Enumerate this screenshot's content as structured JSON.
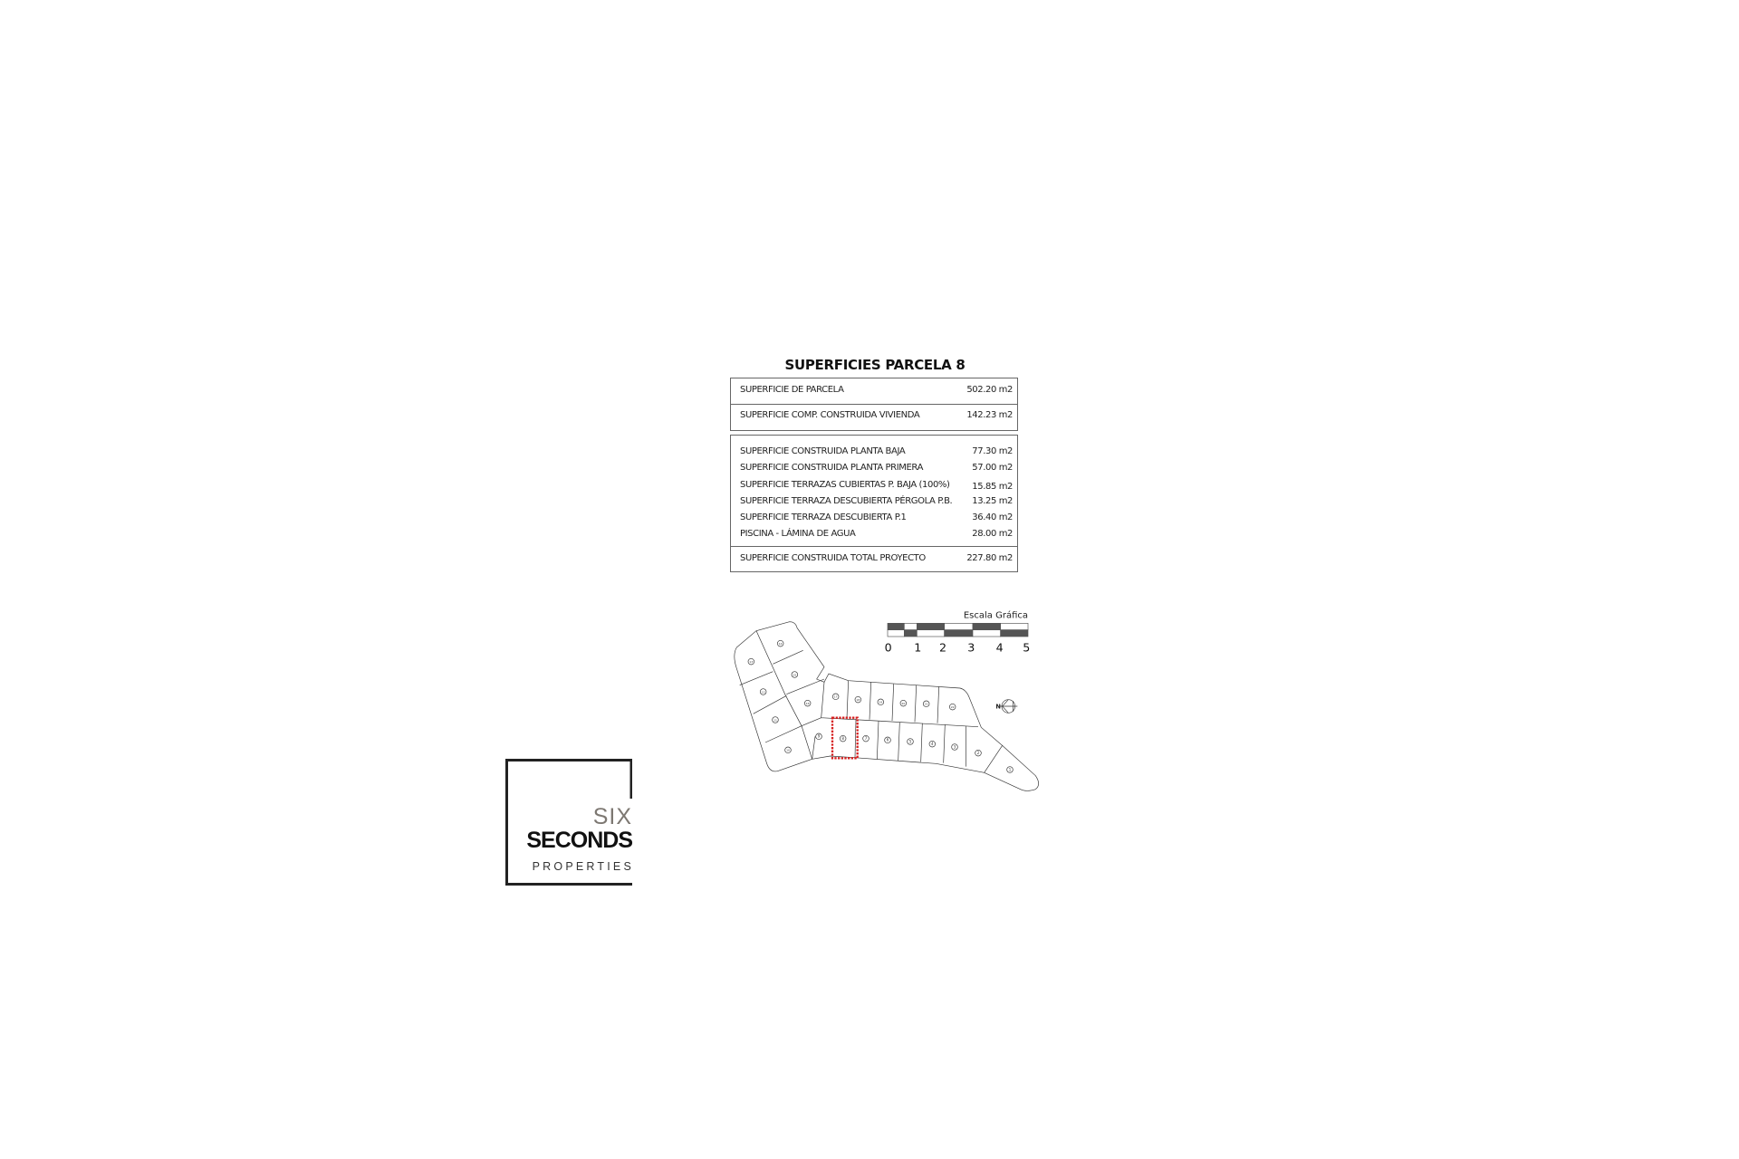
{
  "table": {
    "title": "SUPERFICIES PARCELA 8",
    "summary_rows": [
      {
        "label": "SUPERFICIE DE PARCELA",
        "value": "502.20 m2"
      },
      {
        "label": "SUPERFICIE COMP. CONSTRUIDA VIVIENDA",
        "value": "142.23 m2"
      }
    ],
    "detail_rows": [
      {
        "label": "SUPERFICIE CONSTRUIDA PLANTA BAJA",
        "value": "77.30 m2"
      },
      {
        "label": "SUPERFICIE CONSTRUIDA PLANTA PRIMERA",
        "value": "57.00 m2"
      },
      {
        "label": "SUPERFICIE TERRAZAS CUBIERTAS P. BAJA (100%)",
        "value": "15.85 m2"
      },
      {
        "label": "SUPERFICIE TERRAZA DESCUBIERTA PÉRGOLA P.B.",
        "value": "13.25 m2"
      },
      {
        "label": "SUPERFICIE TERRAZA DESCUBIERTA  P.1",
        "value": "36.40 m2"
      },
      {
        "label": "PISCINA - LÁMINA DE AGUA",
        "value": "28.00 m2"
      }
    ],
    "total_row": {
      "label": "SUPERFICIE CONSTRUIDA TOTAL PROYECTO",
      "value": "227.80 m2"
    }
  },
  "site_plan": {
    "scale_title": "Escala Gráfica",
    "scale_ticks": [
      "0",
      "1",
      "2",
      "3",
      "4",
      "5"
    ],
    "north_label": "N",
    "highlighted_lot": "8",
    "highlight_color": "#d62020",
    "lots": [
      "14",
      "13",
      "15",
      "12",
      "16",
      "11",
      "10",
      "9",
      "8",
      "7",
      "6",
      "5",
      "4",
      "3",
      "2",
      "1",
      "17",
      "18",
      "19",
      "20",
      "21",
      "22"
    ]
  },
  "logo": {
    "line1": "SIX",
    "line2": "SECONDS",
    "line3": "PROPERTIES"
  }
}
